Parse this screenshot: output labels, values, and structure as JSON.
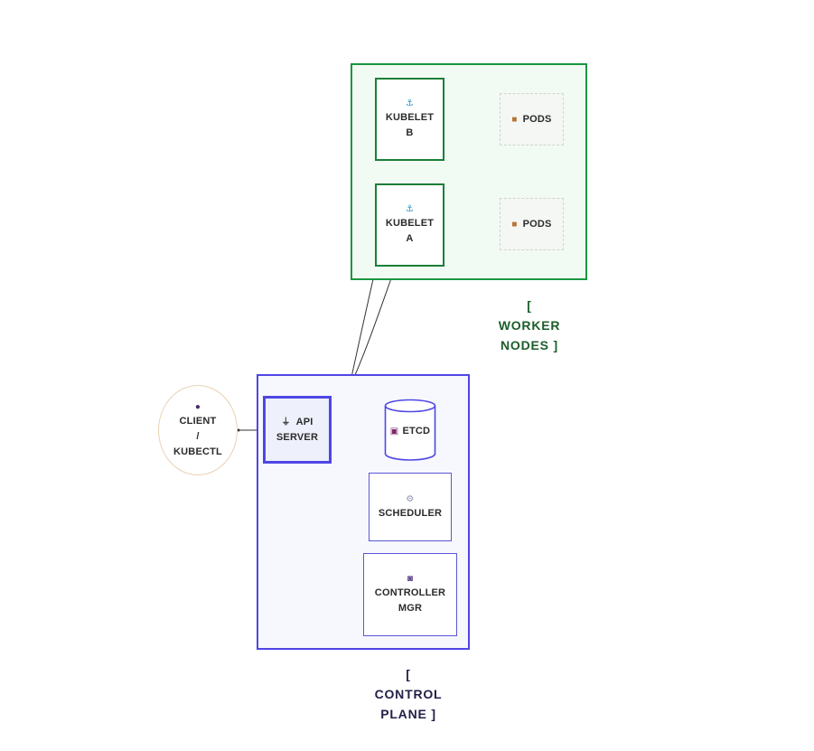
{
  "worker_nodes": {
    "title_lines": [
      "[",
      "WORKER",
      "NODES ]"
    ],
    "color": "#1a7f37",
    "fill": "#f2fbf3",
    "kubelet_b": {
      "icon": "anchor-icon",
      "lines": [
        "KUBELET",
        "B"
      ]
    },
    "kubelet_a": {
      "icon": "anchor-icon",
      "lines": [
        "KUBELET",
        "A"
      ]
    },
    "pods_b": {
      "icon": "package-icon",
      "label": "PODS"
    },
    "pods_a": {
      "icon": "package-icon",
      "label": "PODS"
    }
  },
  "control_plane": {
    "title_lines": [
      "[",
      "CONTROL",
      "PLANE ]"
    ],
    "color": "#4f46e5",
    "fill": "#f7f8fd",
    "api_server": {
      "icon": "plug-icon",
      "lines": [
        "API",
        "SERVER"
      ]
    },
    "etcd": {
      "icon": "floppy-disk-icon",
      "label": "ETCD"
    },
    "scheduler": {
      "icon": "gear-icon",
      "label": "SCHEDULER"
    },
    "controller_mgr": {
      "icon": "gamepad-icon",
      "lines": [
        "CONTROLLER",
        "MGR"
      ]
    }
  },
  "client": {
    "icon": "user-icon",
    "lines": [
      "CLIENT",
      "/",
      "KUBECTL"
    ],
    "border_color": "#e8d3b3"
  }
}
